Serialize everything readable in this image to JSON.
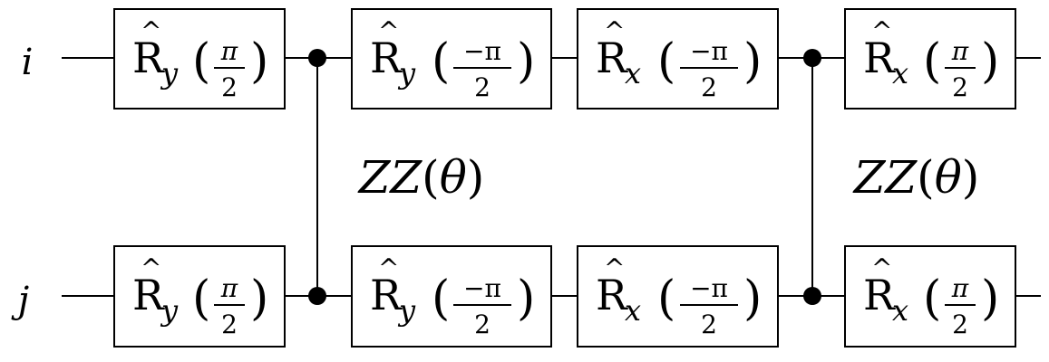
{
  "qubits": [
    {
      "label": "i"
    },
    {
      "label": "j"
    }
  ],
  "gates": [
    {
      "qubit": "i",
      "op": "R",
      "axis": "y",
      "num": "π",
      "den": "2"
    },
    {
      "qubit": "i",
      "op": "R",
      "axis": "y",
      "num": "−π",
      "den": "2"
    },
    {
      "qubit": "i",
      "op": "R",
      "axis": "x",
      "num": "−π",
      "den": "2"
    },
    {
      "qubit": "i",
      "op": "R",
      "axis": "x",
      "num": "π",
      "den": "2"
    },
    {
      "qubit": "j",
      "op": "R",
      "axis": "y",
      "num": "π",
      "den": "2"
    },
    {
      "qubit": "j",
      "op": "R",
      "axis": "y",
      "num": "−π",
      "den": "2"
    },
    {
      "qubit": "j",
      "op": "R",
      "axis": "x",
      "num": "−π",
      "den": "2"
    },
    {
      "qubit": "j",
      "op": "R",
      "axis": "x",
      "num": "π",
      "den": "2"
    }
  ],
  "controls": [
    {
      "label": "ZZ(θ)",
      "label_parts": {
        "name": "ZZ",
        "open": "(",
        "arg": "θ",
        "close": ")"
      }
    },
    {
      "label": "ZZ(θ)",
      "label_parts": {
        "name": "ZZ",
        "open": "(",
        "arg": "θ",
        "close": ")"
      }
    }
  ]
}
